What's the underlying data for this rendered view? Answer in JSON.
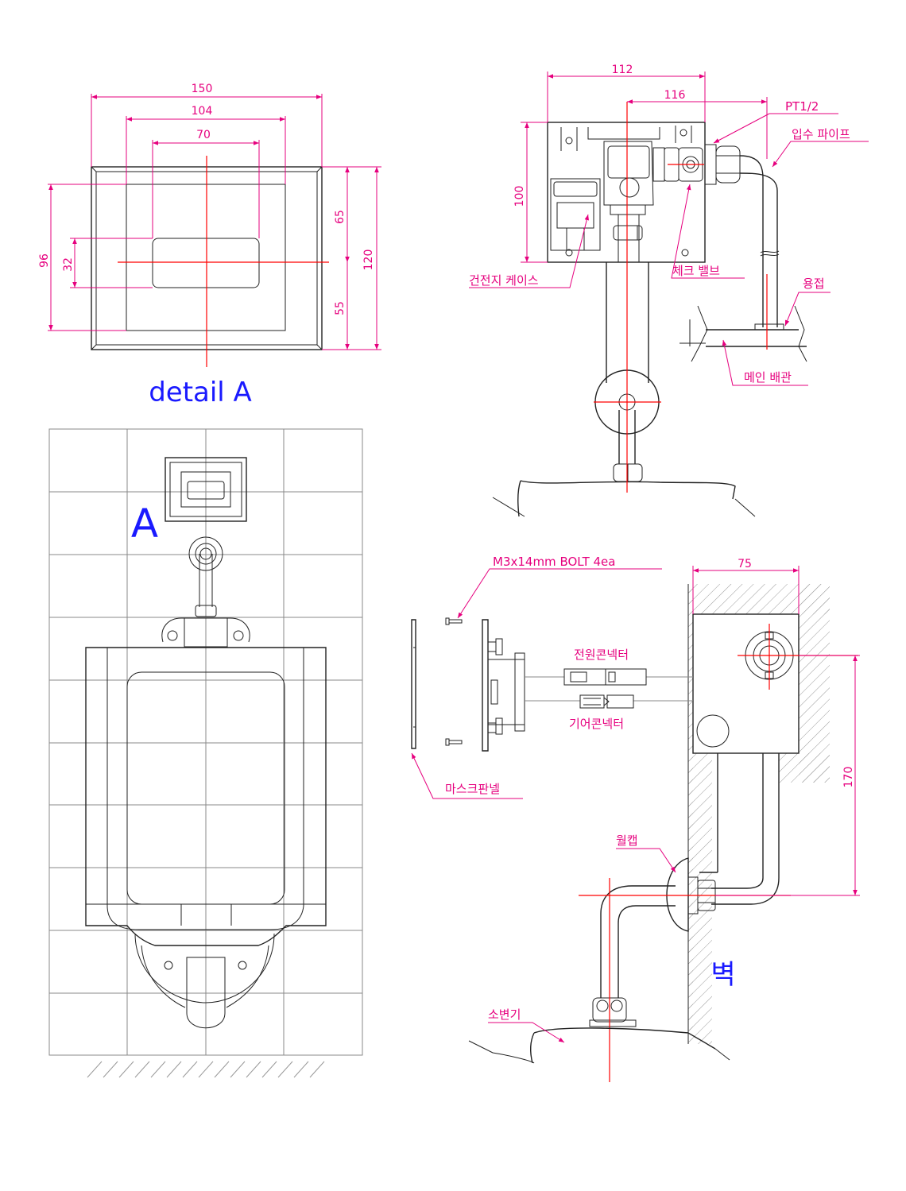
{
  "detail": {
    "title": "detail A",
    "dims": {
      "w150": "150",
      "w104": "104",
      "w70": "70",
      "h96": "96",
      "h32": "32",
      "h65": "65",
      "h55": "55",
      "h120": "120"
    }
  },
  "urinal": {
    "marker": "A"
  },
  "side_view": {
    "dims": {
      "w112": "112",
      "w116": "116",
      "h100": "100"
    },
    "labels": {
      "pt": "PT1/2",
      "inlet_pipe": "입수 파이프",
      "battery_case": "건전지 케이스",
      "check_valve": "체크 밸브",
      "weld": "용접",
      "main_pipe": "메인 배관"
    }
  },
  "install_view": {
    "dims": {
      "w75": "75",
      "h170": "170"
    },
    "labels": {
      "bolt": "M3x14mm BOLT 4ea",
      "power_connector": "전원콘넥터",
      "gear_connector": "기어콘넥터",
      "mask_panel": "마스크판넬",
      "wall_cap": "월캡",
      "wall": "벽",
      "urinal": "소변기"
    }
  },
  "colors": {
    "dimension": "#e6007e",
    "centerline": "#ff0000",
    "title": "#1a1aff"
  }
}
